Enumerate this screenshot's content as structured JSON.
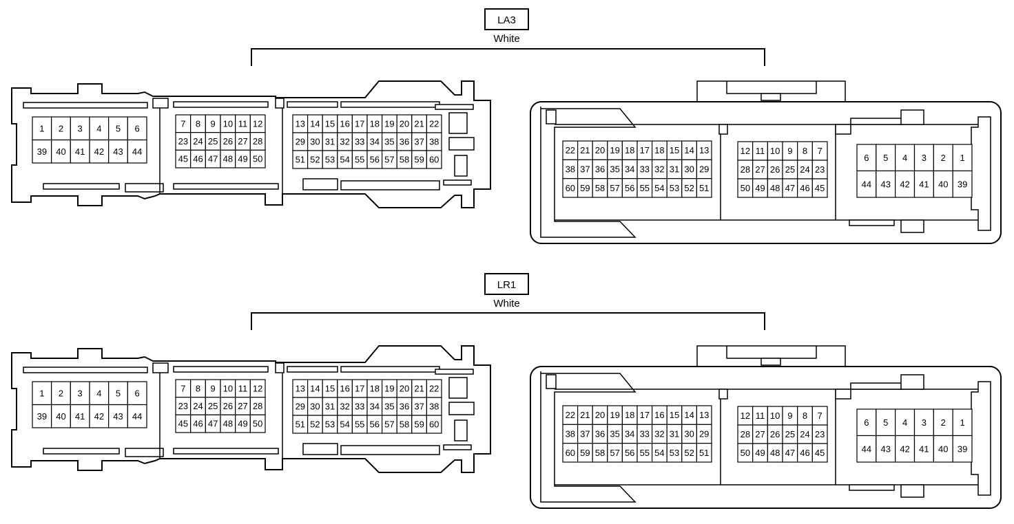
{
  "connectors": [
    {
      "id": "LA3",
      "color_label": "White",
      "male_blocks": [
        {
          "rows": [
            [
              "1",
              "2",
              "3",
              "4",
              "5",
              "6"
            ],
            [
              "39",
              "40",
              "41",
              "42",
              "43",
              "44"
            ]
          ]
        },
        {
          "rows": [
            [
              "7",
              "8",
              "9",
              "10",
              "11",
              "12"
            ],
            [
              "23",
              "24",
              "25",
              "26",
              "27",
              "28"
            ],
            [
              "45",
              "46",
              "47",
              "48",
              "49",
              "50"
            ]
          ]
        },
        {
          "rows": [
            [
              "13",
              "14",
              "15",
              "16",
              "17",
              "18",
              "19",
              "20",
              "21",
              "22"
            ],
            [
              "29",
              "30",
              "31",
              "32",
              "33",
              "34",
              "35",
              "36",
              "37",
              "38"
            ],
            [
              "51",
              "52",
              "53",
              "54",
              "55",
              "56",
              "57",
              "58",
              "59",
              "60"
            ]
          ]
        }
      ],
      "female_blocks": [
        {
          "rows": [
            [
              "22",
              "21",
              "20",
              "19",
              "18",
              "17",
              "18",
              "15",
              "14",
              "13"
            ],
            [
              "38",
              "37",
              "36",
              "35",
              "34",
              "33",
              "32",
              "31",
              "30",
              "29"
            ],
            [
              "60",
              "59",
              "58",
              "57",
              "56",
              "55",
              "54",
              "53",
              "52",
              "51"
            ]
          ]
        },
        {
          "rows": [
            [
              "12",
              "11",
              "10",
              "9",
              "8",
              "7"
            ],
            [
              "28",
              "27",
              "26",
              "25",
              "24",
              "23"
            ],
            [
              "50",
              "49",
              "48",
              "47",
              "46",
              "45"
            ]
          ]
        },
        {
          "rows": [
            [
              "6",
              "5",
              "4",
              "3",
              "2",
              "1"
            ],
            [
              "44",
              "43",
              "42",
              "41",
              "40",
              "39"
            ]
          ]
        }
      ]
    },
    {
      "id": "LR1",
      "color_label": "White",
      "male_blocks": [
        {
          "rows": [
            [
              "1",
              "2",
              "3",
              "4",
              "5",
              "6"
            ],
            [
              "39",
              "40",
              "41",
              "42",
              "43",
              "44"
            ]
          ]
        },
        {
          "rows": [
            [
              "7",
              "8",
              "9",
              "10",
              "11",
              "12"
            ],
            [
              "23",
              "24",
              "25",
              "26",
              "27",
              "28"
            ],
            [
              "45",
              "46",
              "47",
              "48",
              "49",
              "50"
            ]
          ]
        },
        {
          "rows": [
            [
              "13",
              "14",
              "15",
              "16",
              "17",
              "18",
              "19",
              "20",
              "21",
              "22"
            ],
            [
              "29",
              "30",
              "31",
              "32",
              "33",
              "34",
              "35",
              "36",
              "37",
              "38"
            ],
            [
              "51",
              "52",
              "53",
              "54",
              "55",
              "56",
              "57",
              "58",
              "59",
              "60"
            ]
          ]
        }
      ],
      "female_blocks": [
        {
          "rows": [
            [
              "22",
              "21",
              "20",
              "19",
              "18",
              "17",
              "16",
              "15",
              "14",
              "13"
            ],
            [
              "38",
              "37",
              "36",
              "35",
              "34",
              "33",
              "32",
              "31",
              "30",
              "29"
            ],
            [
              "60",
              "59",
              "58",
              "57",
              "56",
              "55",
              "54",
              "53",
              "52",
              "51"
            ]
          ]
        },
        {
          "rows": [
            [
              "12",
              "11",
              "10",
              "9",
              "8",
              "7"
            ],
            [
              "28",
              "27",
              "26",
              "25",
              "24",
              "23"
            ],
            [
              "50",
              "49",
              "48",
              "47",
              "46",
              "45"
            ]
          ]
        },
        {
          "rows": [
            [
              "6",
              "5",
              "4",
              "3",
              "2",
              "1"
            ],
            [
              "44",
              "43",
              "42",
              "41",
              "40",
              "39"
            ]
          ]
        }
      ]
    }
  ]
}
